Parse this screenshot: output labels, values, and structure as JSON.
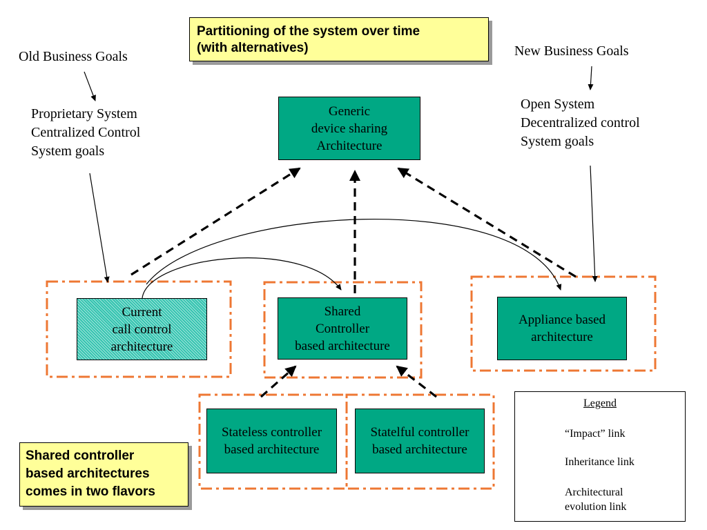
{
  "title_note": {
    "line1": "Partitioning of the system over time",
    "line2": "(with alternatives)"
  },
  "bottom_note": {
    "line1": "Shared controller",
    "line2": "based architectures",
    "line3": "comes in two flavors"
  },
  "old_goals": {
    "heading": "Old Business Goals",
    "line1": "Proprietary System",
    "line2": "Centralized Control",
    "line3": "System goals"
  },
  "new_goals": {
    "heading": "New Business Goals",
    "line1": "Open System",
    "line2": "Decentralized control",
    "line3": "System goals"
  },
  "boxes": {
    "generic": {
      "line1": "Generic",
      "line2": "device sharing",
      "line3": "Architecture"
    },
    "current": {
      "line1": "Current",
      "line2": "call control",
      "line3": "architecture"
    },
    "shared": {
      "line1": "Shared",
      "line2": "Controller",
      "line3": "based architecture"
    },
    "appliance": {
      "line1": "Appliance based",
      "line2": "architecture"
    },
    "stateless": {
      "line1": "Stateless controller",
      "line2": "based architecture"
    },
    "statelful": {
      "line1": "Statelful controller",
      "line2": "based architecture"
    }
  },
  "legend": {
    "title": "Legend",
    "impact": "“Impact” link",
    "inheritance": "Inheritance link",
    "evolution1": "Architectural",
    "evolution2": "evolution link"
  },
  "colors": {
    "box_fill": "#00a884",
    "group_border": "#ee7733",
    "note_fill": "#ffff99"
  }
}
